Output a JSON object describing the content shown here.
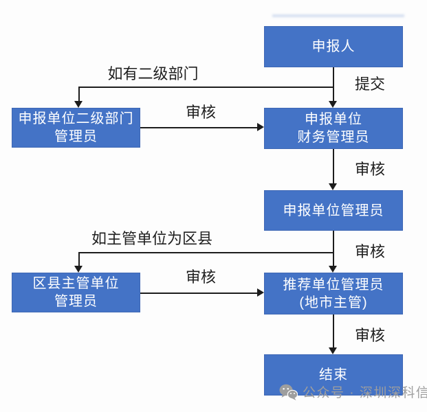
{
  "colors": {
    "node_fill": "#4473c6",
    "node_text": "#ffffff",
    "connector": "#1c1c1c",
    "label_text": "#1e1e1e",
    "watermark_gray": "#9e9e9e",
    "background": "#fdfdfd"
  },
  "nodes": {
    "applicant": {
      "lines": [
        "申报人"
      ]
    },
    "secondary_dept_admin": {
      "lines": [
        "申报单位二级部门",
        "管理员"
      ]
    },
    "finance_admin": {
      "lines": [
        "申报单位",
        "财务管理员"
      ]
    },
    "unit_admin": {
      "lines": [
        "申报单位管理员"
      ]
    },
    "district_admin": {
      "lines": [
        "区县主管单位",
        "管理员"
      ]
    },
    "recommend_admin": {
      "lines": [
        "推荐单位管理员",
        "(地市主管)"
      ]
    },
    "end": {
      "lines": [
        "结束"
      ]
    }
  },
  "labels": {
    "submit": "提交",
    "review": "审核",
    "branch_secondary": "如有二级部门",
    "branch_district": "如主管单位为区县"
  },
  "watermark": {
    "icon": "wechat-icon",
    "text": "公众号 · 深圳深科信"
  }
}
